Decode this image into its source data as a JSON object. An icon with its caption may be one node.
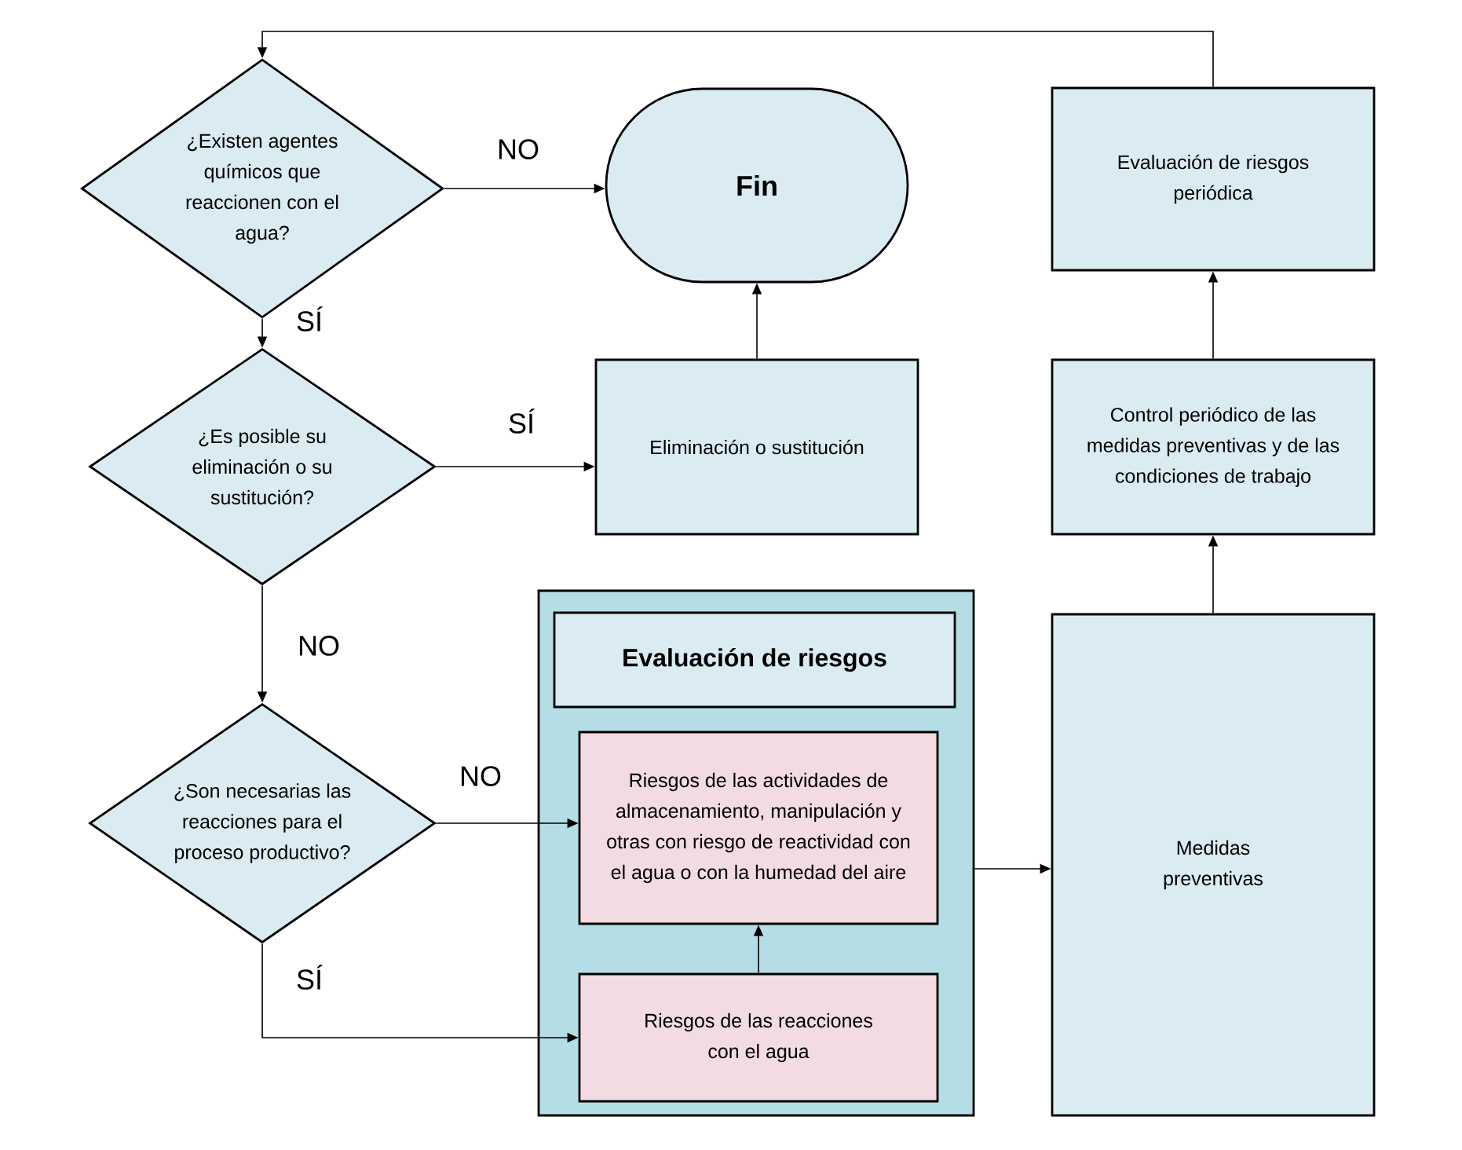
{
  "diagram": {
    "nodes": [
      {
        "text": [
          "¿Existen agentes químicos que reaccionen con el agua?"
        ]
      },
      {
        "text": [
          "Fin"
        ]
      },
      {
        "text": [
          "¿Es posible su eliminación o su sustitución?"
        ]
      },
      {
        "text": [
          "Eliminación o sustitución"
        ]
      },
      {
        "text": [
          "¿Son necesarias las reacciones para el proceso productivo?"
        ]
      },
      {
        "text": [],
        "shape": "box"
      },
      {
        "text": [
          "Evaluación de riesgos"
        ],
        "in": 5
      },
      {
        "text": [
          "Riesgos de las actividades de almacenamiento, manipulación y otras con riesgo de reactividad con el agua o con la humedad del aire"
        ],
        "in": 5
      },
      {
        "text": [
          "Riesgos de las reacciones con el agua"
        ],
        "in": 5
      },
      {
        "text": [
          "Medidas preventivas"
        ]
      },
      {
        "text": [
          "Control periódico de las medidas preventivas y de las condiciones de trabajo"
        ]
      },
      {
        "text": [
          "Evaluación de riesgos periódica"
        ]
      }
    ],
    "edges": [
      {
        "from": 0,
        "to": 1,
        "arrow": "to",
        "label": "NO"
      },
      {
        "from": 0,
        "to": 2,
        "arrow": "to",
        "label": "SÍ"
      },
      {
        "from": 2,
        "to": 3,
        "arrow": "to",
        "label": "SÍ"
      },
      {
        "from": 3,
        "to": 1,
        "arrow": "to"
      },
      {
        "from": 2,
        "to": 4,
        "arrow": "to",
        "label": "NO"
      },
      {
        "from": 4,
        "to": 7,
        "arrow": "to",
        "label": "NO"
      },
      {
        "from": 4,
        "to": 8,
        "arrow": "to",
        "label": "SÍ"
      },
      {
        "from": 8,
        "to": 7,
        "arrow": "to"
      },
      {
        "from": 5,
        "to": 9,
        "arrow": "to"
      },
      {
        "from": 9,
        "to": 10,
        "arrow": "to"
      },
      {
        "from": 10,
        "to": 11,
        "arrow": "to"
      },
      {
        "from": 11,
        "to": 0,
        "arrow": "to"
      }
    ]
  }
}
